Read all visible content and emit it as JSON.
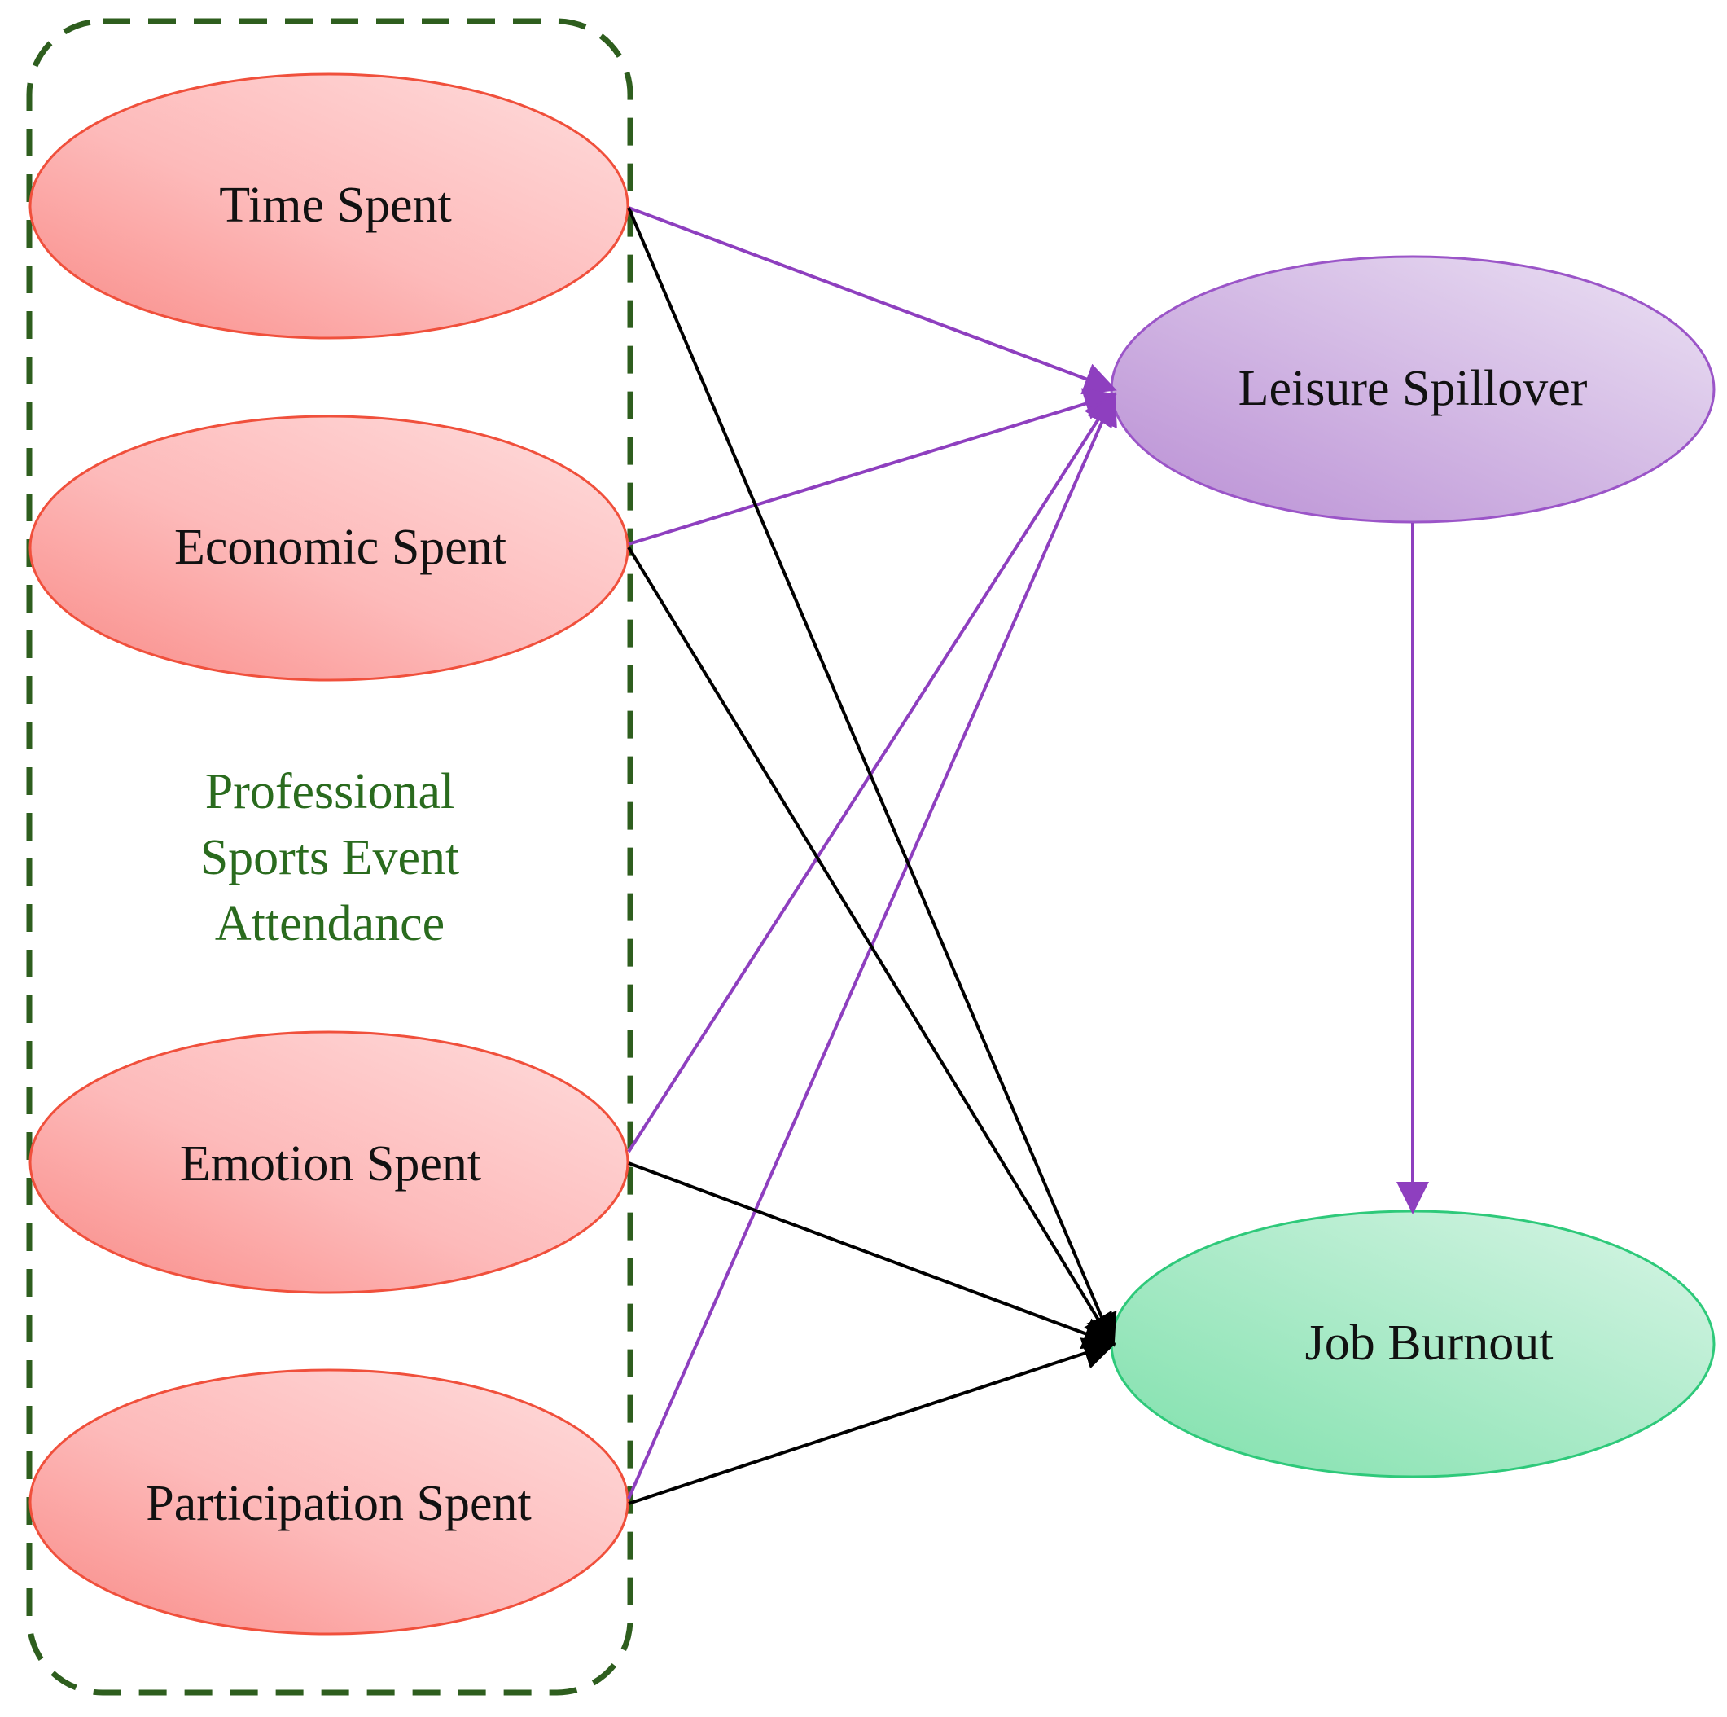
{
  "group": {
    "label_lines": [
      "Professional",
      "Sports Event",
      "Attendance"
    ],
    "border_color": "#2e5e1e"
  },
  "nodes": {
    "time_spent": "Time Spent",
    "economic_spent": "Economic Spent",
    "emotion_spent": "Emotion Spent",
    "participation_spent": "Participation Spent",
    "leisure_spillover": "Leisure Spillover",
    "job_burnout": "Job Burnout"
  },
  "edges": [
    {
      "from": "Time Spent",
      "to": "Leisure Spillover",
      "color": "#8e3fbf"
    },
    {
      "from": "Economic Spent",
      "to": "Leisure Spillover",
      "color": "#8e3fbf"
    },
    {
      "from": "Emotion Spent",
      "to": "Leisure Spillover",
      "color": "#8e3fbf"
    },
    {
      "from": "Participation Spent",
      "to": "Leisure Spillover",
      "color": "#8e3fbf"
    },
    {
      "from": "Time Spent",
      "to": "Job Burnout",
      "color": "#000000"
    },
    {
      "from": "Economic Spent",
      "to": "Job Burnout",
      "color": "#000000"
    },
    {
      "from": "Emotion Spent",
      "to": "Job Burnout",
      "color": "#000000"
    },
    {
      "from": "Participation Spent",
      "to": "Job Burnout",
      "color": "#000000"
    },
    {
      "from": "Leisure Spillover",
      "to": "Job Burnout",
      "color": "#8e3fbf"
    }
  ],
  "colors": {
    "predictor_stroke": "#f0503c",
    "mediator_stroke": "#9b55c8",
    "outcome_stroke": "#2ec97a",
    "purple_edge": "#8e3fbf",
    "black_edge": "#000000"
  }
}
